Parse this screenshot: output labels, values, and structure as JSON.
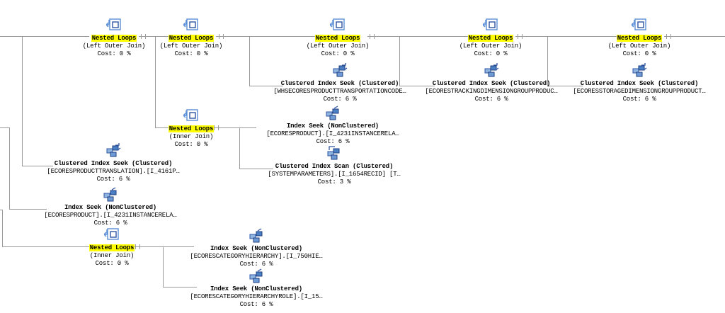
{
  "plan": {
    "title": "SQL Server Query Execution Plan",
    "highlight_color": "#ffff00",
    "line_color": "#9a9a9a",
    "text_color": "#000000",
    "icon_color": "#3a6fb5",
    "nodes": [
      {
        "id": "nl1",
        "icon": "nested-loops-icon",
        "title": "Nested Loops",
        "subtitle": "(Left Outer Join)",
        "cost": "Cost: 0 %",
        "highlighted": true
      },
      {
        "id": "nl2",
        "icon": "nested-loops-icon",
        "title": "Nested Loops",
        "subtitle": "(Left Outer Join)",
        "cost": "Cost: 0 %",
        "highlighted": true
      },
      {
        "id": "nl3",
        "icon": "nested-loops-icon",
        "title": "Nested Loops",
        "subtitle": "(Left Outer Join)",
        "cost": "Cost: 0 %",
        "highlighted": true
      },
      {
        "id": "nl4",
        "icon": "nested-loops-icon",
        "title": "Nested Loops",
        "subtitle": "(Left Outer Join)",
        "cost": "Cost: 0 %",
        "highlighted": true
      },
      {
        "id": "nl5",
        "icon": "nested-loops-icon",
        "title": "Nested Loops",
        "subtitle": "(Left Outer Join)",
        "cost": "Cost: 0 %",
        "highlighted": true
      },
      {
        "id": "cis1",
        "icon": "clustered-index-seek-icon",
        "title": "Clustered Index Seek (Clustered)",
        "subtitle": "[WHSECORESPRODUCTTRANSPORTATIONCODE…",
        "cost": "Cost: 6 %",
        "highlighted": false
      },
      {
        "id": "cis2",
        "icon": "clustered-index-seek-icon",
        "title": "Clustered Index Seek (Clustered)",
        "subtitle": "[ECORESTRACKINGDIMENSIONGROUPPRODUC…",
        "cost": "Cost: 6 %",
        "highlighted": false
      },
      {
        "id": "cis3",
        "icon": "clustered-index-seek-icon",
        "title": "Clustered Index Seek (Clustered)",
        "subtitle": "[ECORESSTORAGEDIMENSIONGROUPPRODUCT…",
        "cost": "Cost: 6 %",
        "highlighted": false
      },
      {
        "id": "nl6",
        "icon": "nested-loops-icon",
        "title": "Nested Loops",
        "subtitle": "(Inner Join)",
        "cost": "Cost: 0 %",
        "highlighted": true
      },
      {
        "id": "is1",
        "icon": "index-seek-icon",
        "title": "Index Seek (NonClustered)",
        "subtitle": "[ECORESPRODUCT].[I_4231INSTANCERELA…",
        "cost": "Cost: 6 %",
        "highlighted": false
      },
      {
        "id": "cisc1",
        "icon": "clustered-index-scan-icon",
        "title": "Clustered Index Scan (Clustered)",
        "subtitle": "[SYSTEMPARAMETERS].[I_1654RECID] [T…",
        "cost": "Cost: 3 %",
        "highlighted": false
      },
      {
        "id": "cis4",
        "icon": "clustered-index-seek-icon",
        "title": "Clustered Index Seek (Clustered)",
        "subtitle": "[ECORESPRODUCTTRANSLATION].[I_4161P…",
        "cost": "Cost: 6 %",
        "highlighted": false
      },
      {
        "id": "is2",
        "icon": "index-seek-icon",
        "title": "Index Seek (NonClustered)",
        "subtitle": "[ECORESPRODUCT].[I_4231INSTANCERELA…",
        "cost": "Cost: 6 %",
        "highlighted": false
      },
      {
        "id": "nl7",
        "icon": "nested-loops-icon",
        "title": "Nested Loops",
        "subtitle": "(Inner Join)",
        "cost": "Cost: 0 %",
        "highlighted": true
      },
      {
        "id": "is3",
        "icon": "index-seek-icon",
        "title": "Index Seek (NonClustered)",
        "subtitle": "[ECORESCATEGORYHIERARCHY].[I_750HIE…",
        "cost": "Cost: 6 %",
        "highlighted": false
      },
      {
        "id": "is4",
        "icon": "index-seek-icon",
        "title": "Index Seek (NonClustered)",
        "subtitle": "[ECORESCATEGORYHIERARCHYROLE].[I_15…",
        "cost": "Cost: 6 %",
        "highlighted": false
      }
    ]
  }
}
